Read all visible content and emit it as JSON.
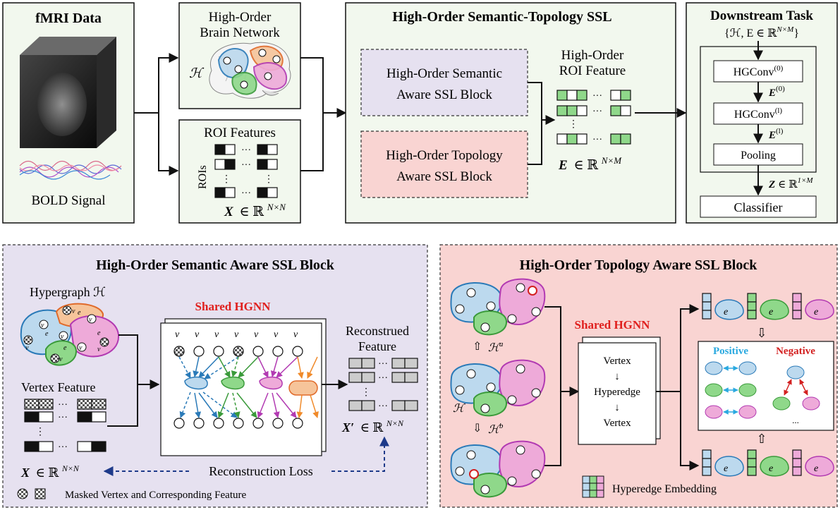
{
  "top": {
    "fmri": {
      "title": "fMRI Data",
      "bold_caption": "BOLD Signal"
    },
    "network": {
      "title_line1": "High-Order",
      "title_line2": "Brain Network",
      "symbol": "ℋ"
    },
    "roi": {
      "title": "ROI Features",
      "side_label": "ROIs",
      "formula_var": "X",
      "formula_rest": "∈ ℝ",
      "formula_sup": "N×N"
    },
    "ssl": {
      "title": "High-Order Semantic-Topology SSL",
      "semantic_block": [
        "High-Order Semantic",
        "Aware SSL Block"
      ],
      "topology_block": [
        "High-Order Topology",
        "Aware SSL Block"
      ],
      "feature_title": [
        "High-Order",
        "ROI Feature"
      ],
      "formula_var": "E",
      "formula_rest": "∈ ℝ",
      "formula_sup": "N×M"
    },
    "downstream": {
      "title": "Downstream Task",
      "input": "{ℋ, E ∈ ℝ",
      "input_sup": "N×M",
      "input_close": "}",
      "hgconv0": "HGConv",
      "hgconv0_sup": "(0)",
      "e0": "E",
      "e0_sup": "(0)",
      "hgconvl": "HGConv",
      "hgconvl_sup": "(l)",
      "el": "E",
      "el_sup": "(l)",
      "pooling": "Pooling",
      "z": "Z",
      "z_rest": "∈ ℝ",
      "z_sup": "1×M",
      "classifier": "Classifier"
    }
  },
  "semantic_block": {
    "title": "High-Order Semantic Aware SSL Block",
    "hypergraph_label": "Hypergraph ℋ",
    "vertex_feature": "Vertex Feature",
    "shared": "Shared HGNN",
    "reconstructed": [
      "Reconstrued",
      "Feature"
    ],
    "x_prime_var": "X′",
    "x_prime_rest": "∈ ℝ",
    "x_prime_sup": "N×N",
    "x_var": "X",
    "x_rest": "∈ ℝ",
    "x_sup": "N×N",
    "loss": "Reconstruction Loss",
    "legend": "Masked Vertex and Corresponding Feature",
    "vertices": [
      "v1",
      "v2",
      "v3",
      "v4",
      "v5",
      "v6",
      "v7",
      "v8"
    ],
    "edges": [
      "e1",
      "e2",
      "e3",
      "e4"
    ]
  },
  "topology_block": {
    "title": "High-Order Topology Aware SSL Block",
    "shared": "Shared HGNN",
    "flow": [
      "Vertex",
      "↓",
      "Hyperedge",
      "↓",
      "Vertex"
    ],
    "ha": "ℋ",
    "ha_sup": "a",
    "h": "ℋ",
    "hb": "ℋ",
    "hb_sup": "b",
    "positive": "Positive",
    "negative": "Negative",
    "legend": "Hyperedge Embedding",
    "ellipsis": "..."
  },
  "colors": {
    "blue": "#bcd9ee",
    "green": "#8fd88a",
    "pink": "#eeaad9",
    "orange": "#f6c49a",
    "semantic_bg": "#e6e1f0",
    "topology_bg": "#f9d4d2",
    "panel_bg": "#f2f8ee",
    "red_text": "#e0201e",
    "cyan": "#2aa9e0"
  }
}
